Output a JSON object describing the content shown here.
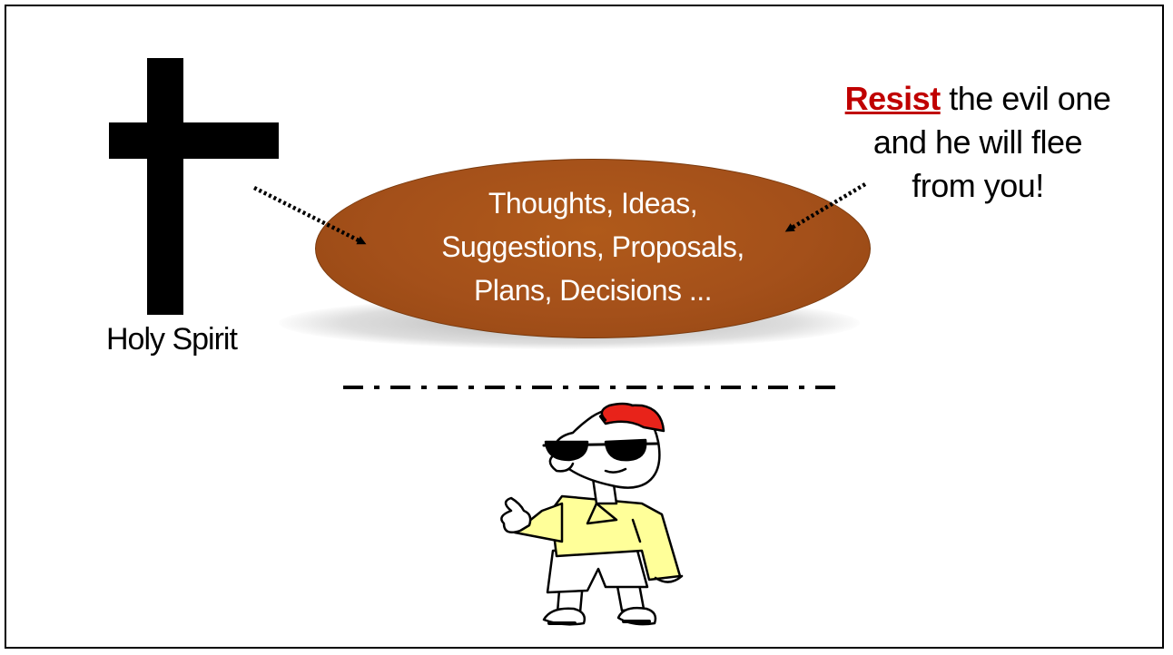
{
  "diagram": {
    "cross_label": "Holy Spirit",
    "ellipse_lines": [
      "Thoughts, Ideas,",
      "Suggestions, Proposals,",
      "Plans, Decisions ..."
    ],
    "resist_word": "Resist",
    "resist_rest": " the evil one",
    "resist_line2": "and he will flee",
    "resist_line3": "from you!"
  },
  "colors": {
    "ellipse": "#a4501a",
    "accent": "#c00000",
    "shirt": "#ffff99",
    "cap": "#e8231a"
  },
  "icons": [
    "cross-icon",
    "dotted-arrow-icon",
    "dash-dot-divider",
    "cartoon-man-with-sunglasses"
  ]
}
